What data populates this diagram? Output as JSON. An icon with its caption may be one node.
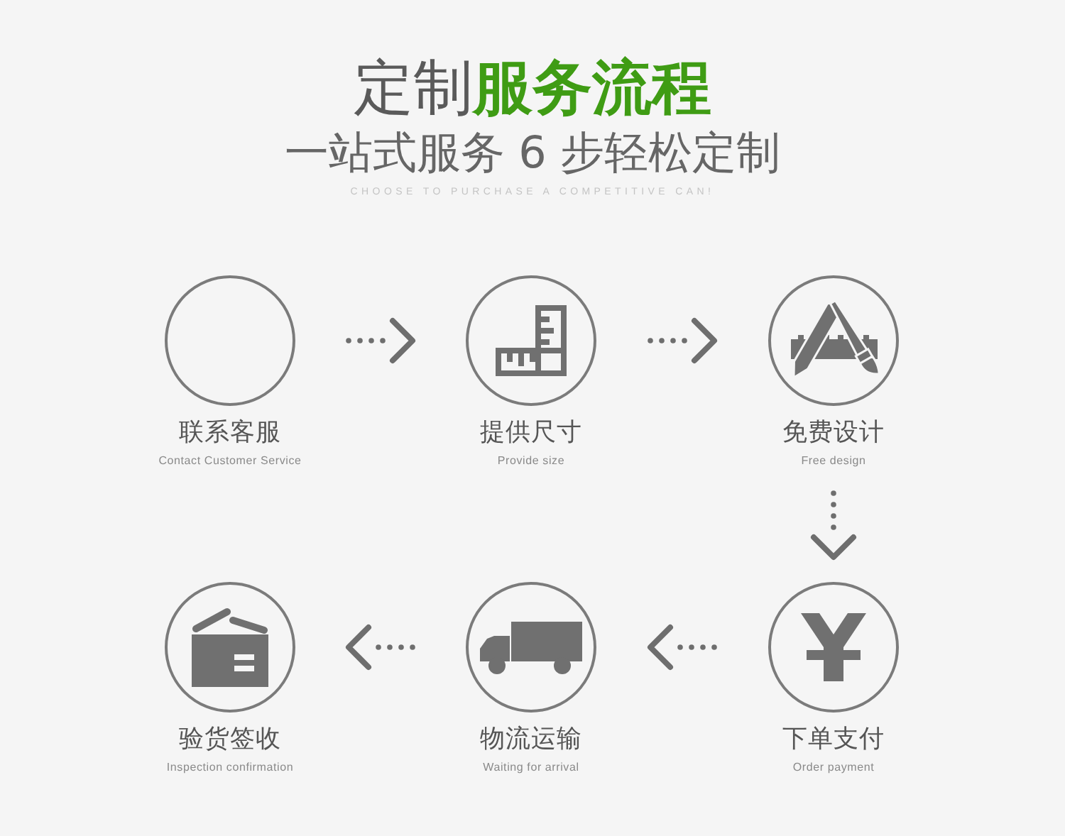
{
  "diagram": {
    "title": "定制**服务流程**",
    "nodes": [
      {
        "text": [
          "联系客服",
          "Contact Customer Service"
        ]
      },
      {
        "text": [
          "提供尺寸",
          "Provide size"
        ]
      },
      {
        "text": [
          "免费设计",
          "Free design"
        ]
      },
      {
        "text": [
          "验货签收",
          "Inspection confirmation"
        ]
      },
      {
        "text": [
          "物流运输",
          "Waiting for arrival"
        ]
      },
      {
        "text": [
          "下单支付",
          "Order payment"
        ]
      }
    ],
    "edges": [
      {
        "from": 0,
        "to": 1,
        "arrow": "to"
      },
      {
        "from": 1,
        "to": 2,
        "arrow": "to"
      },
      {
        "from": 2,
        "to": 5,
        "arrow": "to"
      },
      {
        "from": 5,
        "to": 4,
        "arrow": "to"
      },
      {
        "from": 4,
        "to": 3,
        "arrow": "to"
      }
    ],
    "labels": [
      "一站式服务 6 步轻松定制",
      "CHOOSE TO PURCHASE A COMPETITIVE CAN!"
    ]
  }
}
